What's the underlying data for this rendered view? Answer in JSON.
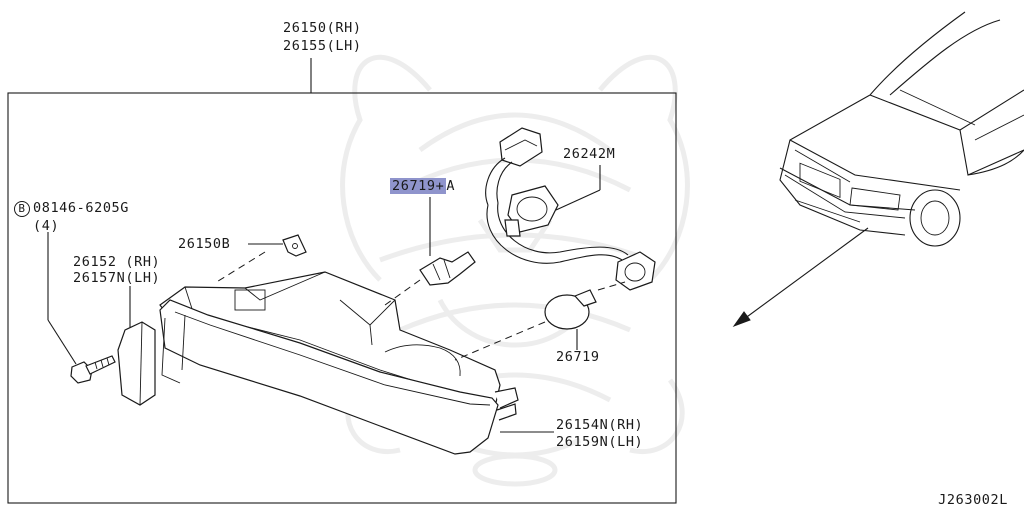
{
  "labels": {
    "assembly_rh": "26150(RH)",
    "assembly_lh": "26155(LH)",
    "harness": "26242M",
    "bulb_highlighted": "26719+",
    "bulb_suffix": "A",
    "bolt_prefix": "B",
    "bolt": "08146-6205G",
    "bolt_qty": "(4)",
    "bracket": "26150B",
    "side_lens_rh": "26152 (RH)",
    "side_lens_lh": "26157N(LH)",
    "bulb": "26719",
    "lens_rh": "26154N(RH)",
    "lens_lh": "26159N(LH)"
  },
  "reference_code": "J263002L",
  "colors": {
    "highlight": "#8f94cc",
    "line": "#1a1a1a",
    "watermark": "#ededed"
  }
}
